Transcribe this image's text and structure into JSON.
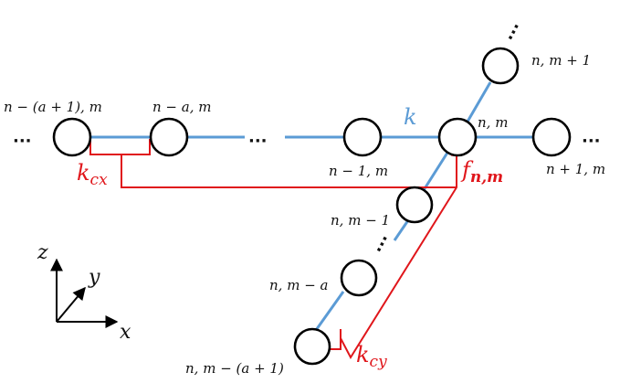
{
  "colors": {
    "blue_spring": "#5b9bd5",
    "red_coupling": "#e0161b",
    "node_stroke": "#000000"
  },
  "labels": {
    "node_far_left": "n − (a + 1), m",
    "node_left_a": "n − a, m",
    "node_left_1": "n − 1, m",
    "node_center": "n, m",
    "node_right_1": "n + 1, m",
    "node_up_1": "n, m + 1",
    "node_down_1": "n, m − 1",
    "node_down_a": "n, m − a",
    "node_down_far": "n, m − (a + 1)",
    "dots": "···",
    "spring_k": "k",
    "coupling_x": "k",
    "coupling_x_sub": "cx",
    "coupling_y": "k",
    "coupling_y_sub": "cy",
    "force": "f",
    "force_sub": "n,m"
  },
  "axes": {
    "z": "z",
    "y": "y",
    "x": "x"
  }
}
